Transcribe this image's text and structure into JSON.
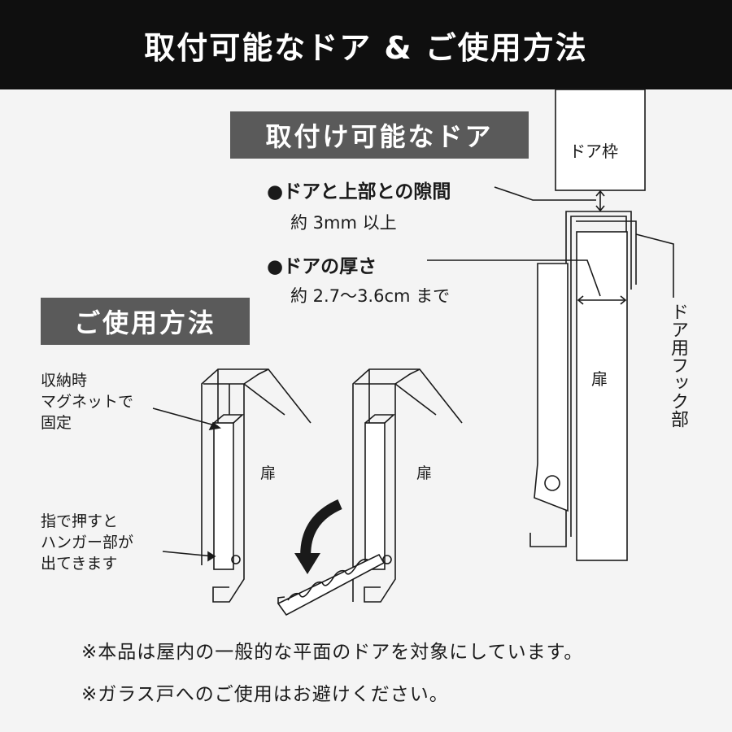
{
  "header": {
    "title": "取付可能なドア & ご使用方法"
  },
  "sections": {
    "compatible_doors": "取付け可能なドア",
    "usage": "ご使用方法"
  },
  "specs": {
    "gap_title": "●ドアと上部との隙間",
    "gap_value": "約 3mm 以上",
    "thickness_title": "●ドアの厚さ",
    "thickness_value": "約 2.7〜3.6cm まで"
  },
  "diagram": {
    "frame_label": "ドア枠",
    "door_label": "扉",
    "hook_label": "ドア用フック部"
  },
  "usage_notes": {
    "magnet_lines": [
      "収納時",
      "マグネットで",
      "固定"
    ],
    "press_lines": [
      "指で押すと",
      "ハンガー部が",
      "出てきます"
    ],
    "door_label_left": "扉",
    "door_label_right": "扉"
  },
  "footnotes": [
    "※本品は屋内の一般的な平面のドアを対象にしています。",
    "※ガラス戸へのご使用はお避けください。"
  ]
}
